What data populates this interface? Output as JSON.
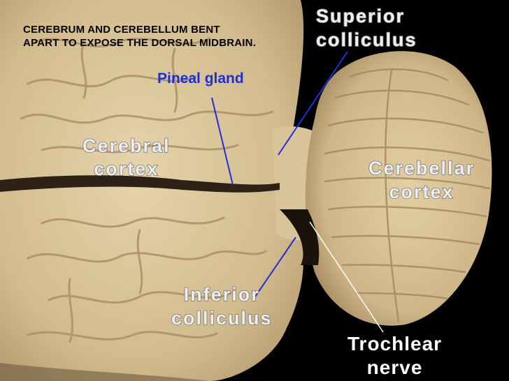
{
  "caption": {
    "line1": "CEREBRUM AND CEREBELLUM BENT",
    "line2": "APART TO EXPOSE THE DORSAL MIDBRAIN."
  },
  "labels": {
    "superior_colliculus": "Superior\ncolliculus",
    "pineal_gland": "Pineal gland",
    "cerebral_cortex": "Cerebral\ncortex",
    "cerebellar_cortex": "Cerebellar\ncortex",
    "inferior_colliculus": "Inferior\ncolliculus",
    "trochlear_nerve": "Trochlear\nnerve"
  },
  "colors": {
    "background": "#000000",
    "tissue": "#d8c39a",
    "pointer_blue": "#1f2fd6",
    "pointer_white": "#ffffff"
  }
}
